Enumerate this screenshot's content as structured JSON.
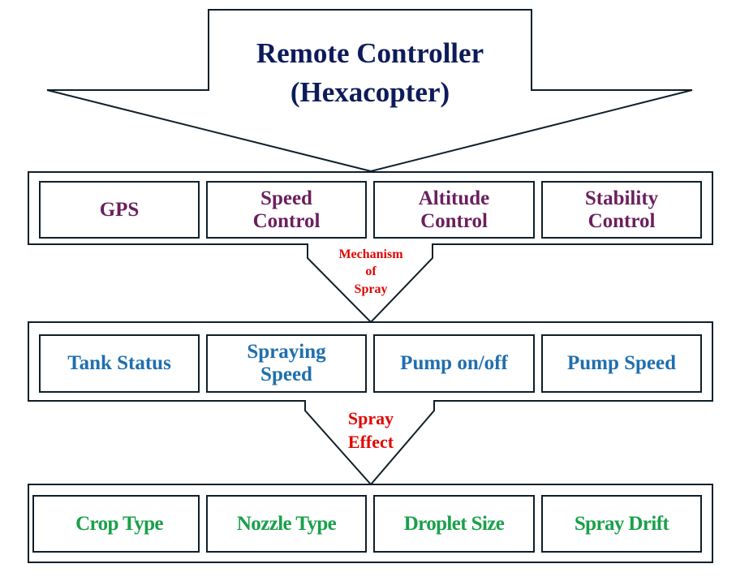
{
  "title": {
    "line1": "Remote Controller",
    "line2": "(Hexacopter)"
  },
  "level1": {
    "items": [
      {
        "line1": "GPS",
        "line2": ""
      },
      {
        "line1": "Speed",
        "line2": "Control"
      },
      {
        "line1": "Altitude",
        "line2": "Control"
      },
      {
        "line1": "Stability",
        "line2": "Control"
      }
    ]
  },
  "connector1": {
    "line1": "Mechanism",
    "line2": "of",
    "line3": "Spray"
  },
  "level2": {
    "items": [
      {
        "line1": "Tank Status",
        "line2": ""
      },
      {
        "line1": "Spraying",
        "line2": "Speed"
      },
      {
        "line1": "Pump on/off",
        "line2": ""
      },
      {
        "line1": "Pump Speed",
        "line2": ""
      }
    ]
  },
  "connector2": {
    "line1": "Spray",
    "line2": "Effect"
  },
  "level3": {
    "items": [
      {
        "line1": "Crop Type"
      },
      {
        "line1": "Nozzle Type"
      },
      {
        "line1": "Droplet Size"
      },
      {
        "line1": "Spray Drift"
      }
    ]
  },
  "colors": {
    "title": "#0d1b5a",
    "level1": "#6b1f5e",
    "level2": "#1f6fae",
    "level3": "#1aa04a",
    "connector": "#e10600",
    "stroke": "#0f1f2a"
  }
}
